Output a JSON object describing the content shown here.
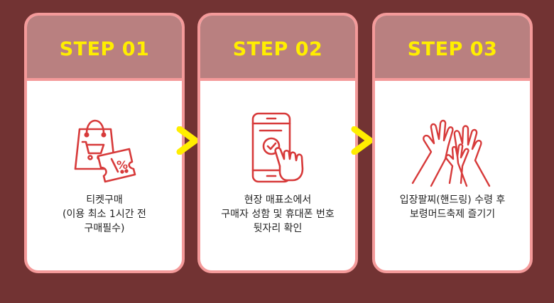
{
  "steps": [
    {
      "title": "STEP 01",
      "icon": "shopping-bag-ticket-icon",
      "lines": [
        "티켓구매",
        "(이용 최소 1시간 전",
        "구매필수)"
      ]
    },
    {
      "title": "STEP 02",
      "icon": "phone-tap-icon",
      "lines": [
        "현장 매표소에서",
        "구매자 성함 및 휴대폰 번호",
        "뒷자리 확인"
      ]
    },
    {
      "title": "STEP 03",
      "icon": "raised-hands-icon",
      "lines": [
        "입장팔찌(핸드링) 수령 후",
        "보령머드축제 즐기기"
      ]
    }
  ],
  "colors": {
    "background": "#723333",
    "card_border": "#f49a9a",
    "header_bg": "#b98080",
    "title": "#ffee00",
    "icon": "#d73a3a",
    "arrow": "#ffee00"
  }
}
